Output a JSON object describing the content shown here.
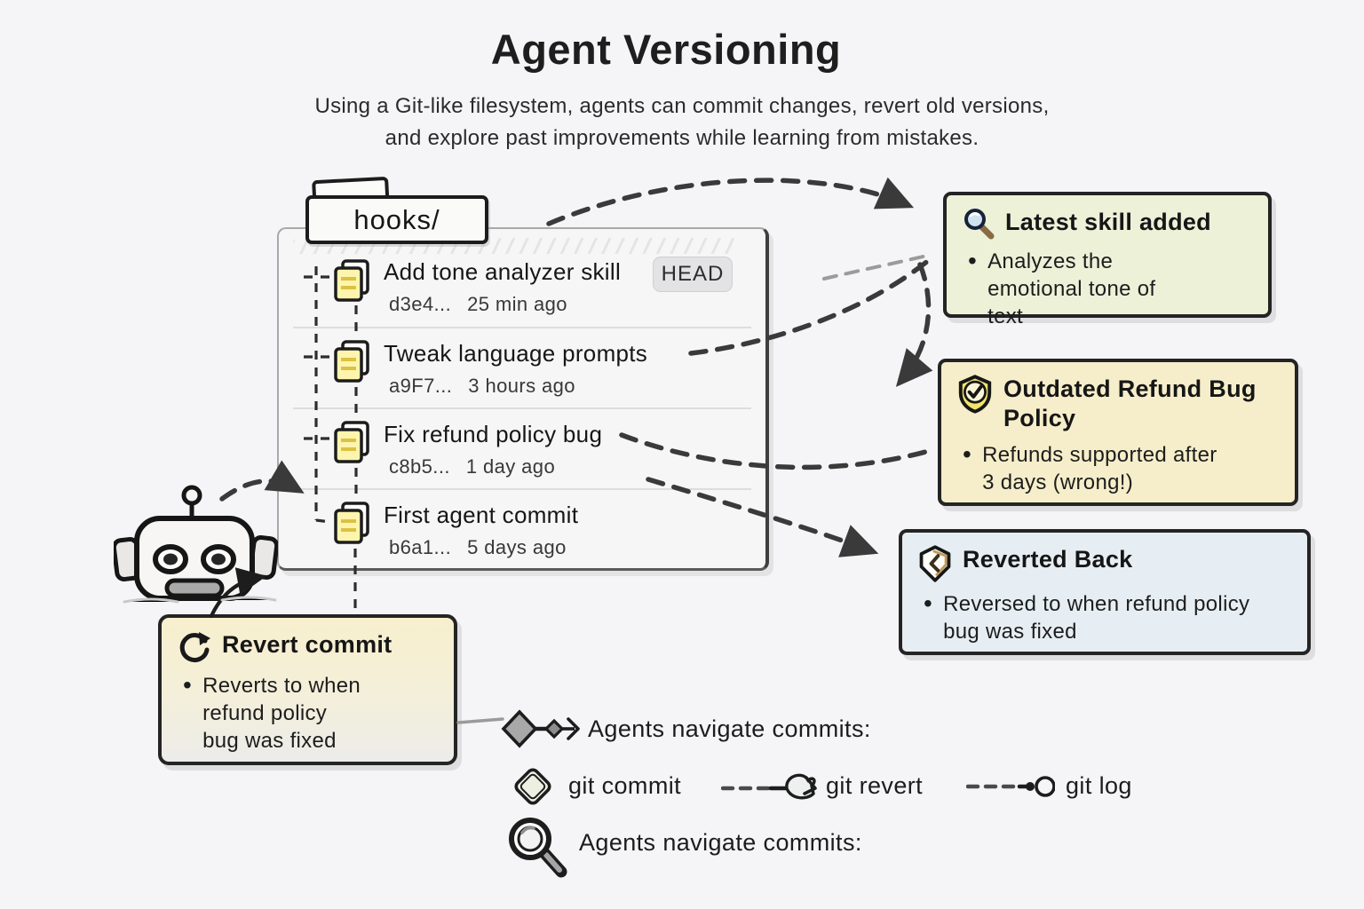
{
  "title": "Agent Versioning",
  "subtitle": {
    "line1": "Using a Git-like filesystem, agents can commit changes, revert old versions,",
    "line2": "and explore past improvements while learning from mistakes."
  },
  "folder": {
    "label": "hooks/"
  },
  "commit_list": {
    "commits": [
      {
        "title": "Add tone analyzer skill",
        "badge": "HEAD",
        "hash": "d3e4...",
        "time": "25 min ago"
      },
      {
        "title": "Tweak language prompts",
        "badge": "",
        "hash": "a9F7...",
        "time": "3 hours ago"
      },
      {
        "title": "Fix refund policy bug",
        "badge": "",
        "hash": "c8b5...",
        "time": "1 day ago"
      },
      {
        "title": "First agent commit",
        "badge": "",
        "hash": "b6a1...",
        "time": "5 days ago"
      }
    ]
  },
  "revert_box": {
    "icon": "revert-arrow-icon",
    "title": "Revert commit",
    "bullet": "Reverts to when refund policy bug was fixed"
  },
  "info_boxes": {
    "latest_skill": {
      "icon": "magnifier-icon",
      "title": "Latest skill added",
      "bullet": "Analyzes the emotional tone of text",
      "bg": "#ecf1d8"
    },
    "outdated_policy": {
      "icon": "shield-check-icon",
      "title": "Outdated Refund Bug Policy",
      "bullet": "Refunds supported after 3 days (wrong!)",
      "bg": "#f6eeca"
    },
    "reverted_back": {
      "icon": "shield-back-icon",
      "title": "Reverted Back",
      "bullet": "Reversed to when refund policy bug was fixed",
      "bg": "#e6eef3"
    }
  },
  "legend": {
    "navigate_label": "Agents navigate commits:",
    "items": [
      {
        "icon": "diamond-icon",
        "label": "git commit"
      },
      {
        "icon": "revert-pennant-icon",
        "label": "git revert"
      },
      {
        "icon": "log-circle-icon",
        "label": "git log"
      }
    ],
    "navigate_label_2": "Agents navigate commits:"
  },
  "colors": {
    "background": "#f5f4f6",
    "ink": "#1e1e1e",
    "arrow": "#3e3e3e",
    "green_box": "#ecf1d8",
    "yellow_box": "#f6eeca",
    "blue_box": "#e6eef3",
    "revert_box": "#f6efcf",
    "head_badge_bg": "#e3e3e6",
    "file_icon_fill": "#fdf4ad"
  }
}
